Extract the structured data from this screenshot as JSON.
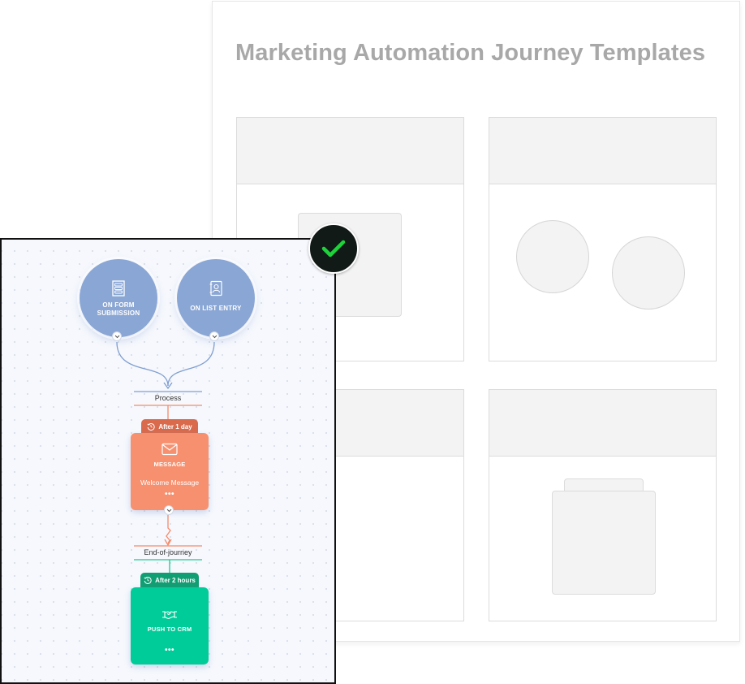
{
  "templates_sheet": {
    "title": "Marketing Automation Journey Templates",
    "cards": [
      {
        "id": "card-1",
        "placeholder": "square",
        "selected": true
      },
      {
        "id": "card-2",
        "placeholder": "two-circles",
        "selected": false
      },
      {
        "id": "card-3",
        "placeholder": "blank",
        "selected": false
      },
      {
        "id": "card-4",
        "placeholder": "folder",
        "selected": false
      }
    ]
  },
  "selection_badge": {
    "icon": "checkmark-icon",
    "color": "#1ed33a"
  },
  "journey": {
    "triggers": [
      {
        "label": "ON FORM SUBMISSION",
        "icon": "form-icon"
      },
      {
        "label": "ON LIST ENTRY",
        "icon": "contact-book-icon"
      }
    ],
    "stages": [
      {
        "label": "Process"
      },
      {
        "label": "End-of-journey"
      }
    ],
    "actions": [
      {
        "delay": "After 1 day",
        "type": "MESSAGE",
        "name": "Welcome Message",
        "more": "•••",
        "icon": "envelope-icon",
        "color": "#f7906f",
        "tab_color": "#d96a4c"
      },
      {
        "delay": "After 2 hours",
        "type": "PUSH TO CRM",
        "name": "",
        "more": "•••",
        "icon": "handshake-icon",
        "color": "#00cc99",
        "tab_color": "#109e72"
      }
    ],
    "colors": {
      "trigger": "#8aa6d4",
      "connector_blue": "#7f9ed1",
      "connector_orange": "#f58a6a",
      "connector_green": "#19c98f"
    }
  }
}
